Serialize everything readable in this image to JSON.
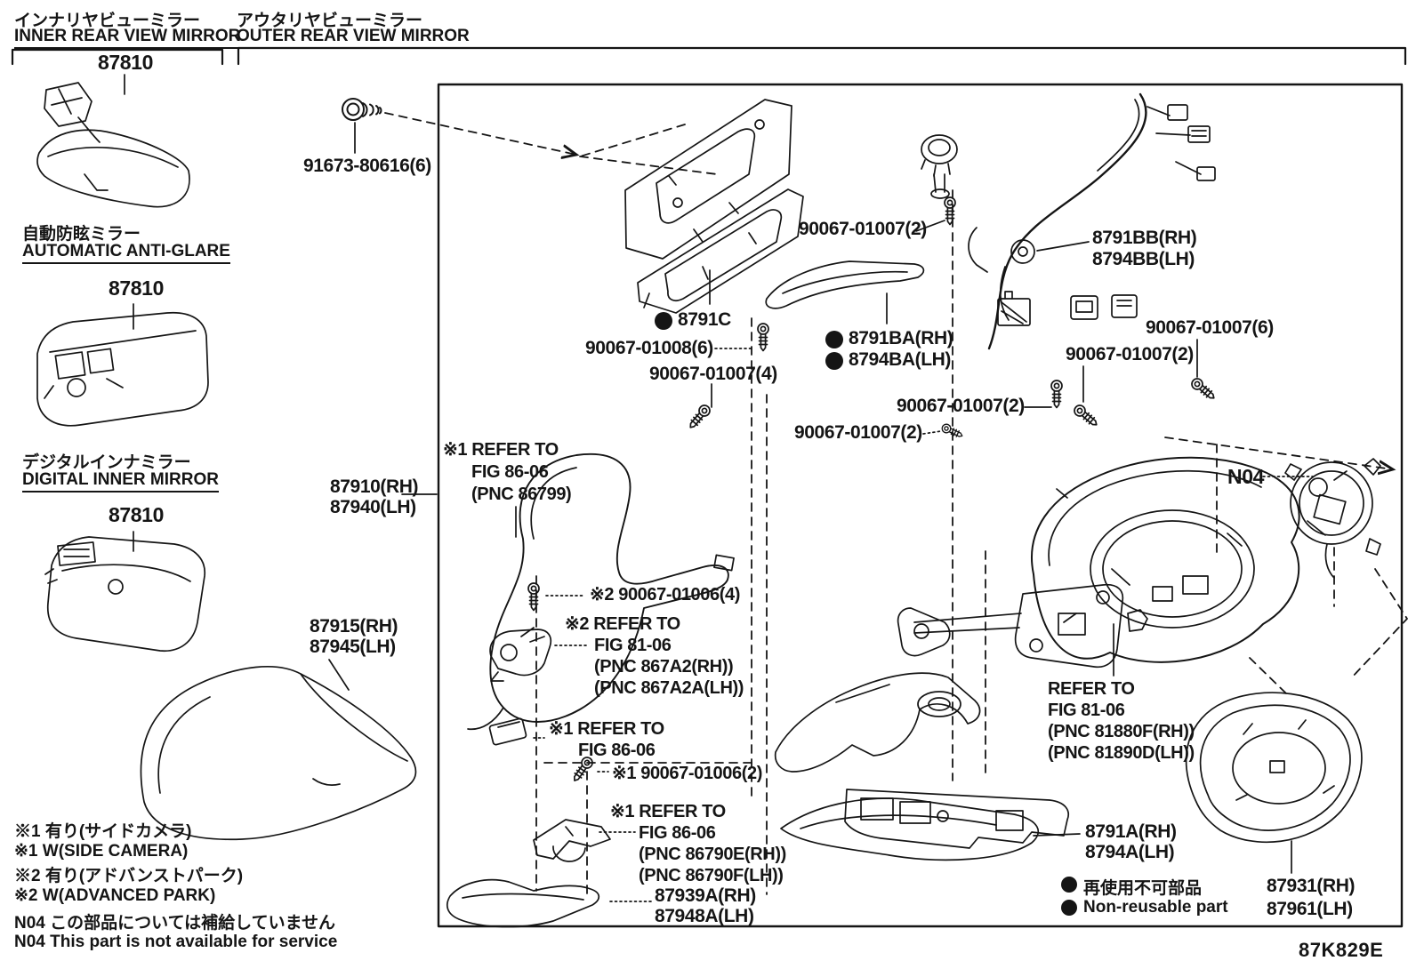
{
  "t": {
    "inner_jp": "インナリヤビューミラー",
    "inner_en": "INNER REAR VIEW MIRROR",
    "outer_jp": "アウタリヤビューミラー",
    "outer_en": "OUTER REAR VIEW MIRROR",
    "ag_jp": "自動防眩ミラー",
    "ag_en": "AUTOMATIC ANTI-GLARE",
    "dg_jp": "デジタルインナミラー",
    "dg_en": "DIGITAL INNER MIRROR",
    "p87810": "87810",
    "p87915": "87915(RH)",
    "p87945": "87945(LH)",
    "p91673": "91673-80616(6)",
    "s90067_01007_2": "90067-01007(2)",
    "s90067_01007_4": "90067-01007(4)",
    "s90067_01007_6": "90067-01007(6)",
    "s90067_01008_6": "90067-01008(6)",
    "s90067_01006_4": "※2 90067-01006(4)",
    "s90067_01006_2": "※1 90067-01006(2)",
    "p8791bb": "8791BB(RH)",
    "p8794bb": "8794BB(LH)",
    "p8791c": "8791C",
    "p8791ba": "8791BA(RH)",
    "p8794ba": "8794BA(LH)",
    "p87910": "87910(RH)",
    "p87940": "87940(LH)",
    "ref1_1": "※1 REFER TO",
    "ref1_2": "FIG 86-06",
    "ref1_3": "(PNC 86799)",
    "ref2_1": "※2 REFER TO",
    "ref2_2": "FIG 81-06",
    "ref2_3": "(PNC 867A2(RH))",
    "ref2_4": "(PNC 867A2A(LH))",
    "ref3_1": "※1 REFER TO",
    "ref3_2": "FIG 86-06",
    "ref4_1": "※1 REFER TO",
    "ref4_2": "FIG 86-06",
    "ref4_3": "(PNC 86790E(RH))",
    "ref4_4": "(PNC 86790F(LH))",
    "ref5_1": "REFER TO",
    "ref5_2": "FIG 81-06",
    "ref5_3": "(PNC 81880F(RH))",
    "ref5_4": "(PNC 81890D(LH))",
    "p87939a": "87939A(RH)",
    "p87948a": "87948A(LH)",
    "n04": "N04",
    "p8791a": "8791A(RH)",
    "p8794a": "8794A(LH)",
    "p87931": "87931(RH)",
    "p87961": "87961(LH)",
    "note1_jp": "※1 有り(サイドカメラ)",
    "note1_en": "※1 W(SIDE CAMERA)",
    "note2_jp": "※2 有り(アドバンストパーク)",
    "note2_en": "※2 W(ADVANCED PARK)",
    "note_n04_jp": "N04 この部品については補給していません",
    "note_n04_en": "N04 This part is not available for service",
    "legend_jp": "再使用不可部品",
    "legend_en": "Non-reusable part",
    "code": "87K829E"
  },
  "colors": {
    "line": "#151515",
    "bg": "#ffffff"
  }
}
